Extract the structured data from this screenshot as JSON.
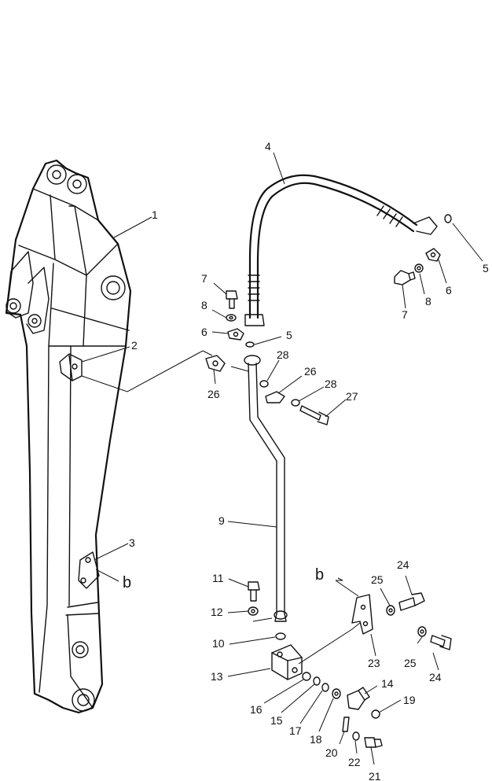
{
  "diagram": {
    "callouts": {
      "c1": "1",
      "c2": "2",
      "c3": "3",
      "b1": "b",
      "c4": "4",
      "c5a": "5",
      "c6a": "6",
      "c8a": "8",
      "c7a": "7",
      "c7b": "7",
      "c8b": "8",
      "c6b": "6",
      "c5b": "5",
      "c28a": "28",
      "c26a": "26",
      "c26b": "26",
      "c28b": "28",
      "c27": "27",
      "c9": "9",
      "c11": "11",
      "c12": "12",
      "c10": "10",
      "c13": "13",
      "b2": "b",
      "c25a": "25",
      "c24a": "24",
      "c23": "23",
      "c25b": "25",
      "c24b": "24",
      "c14": "14",
      "c16": "16",
      "c15": "15",
      "c17": "17",
      "c18": "18",
      "c19": "19",
      "c20": "20",
      "c22": "22",
      "c21": "21"
    }
  }
}
